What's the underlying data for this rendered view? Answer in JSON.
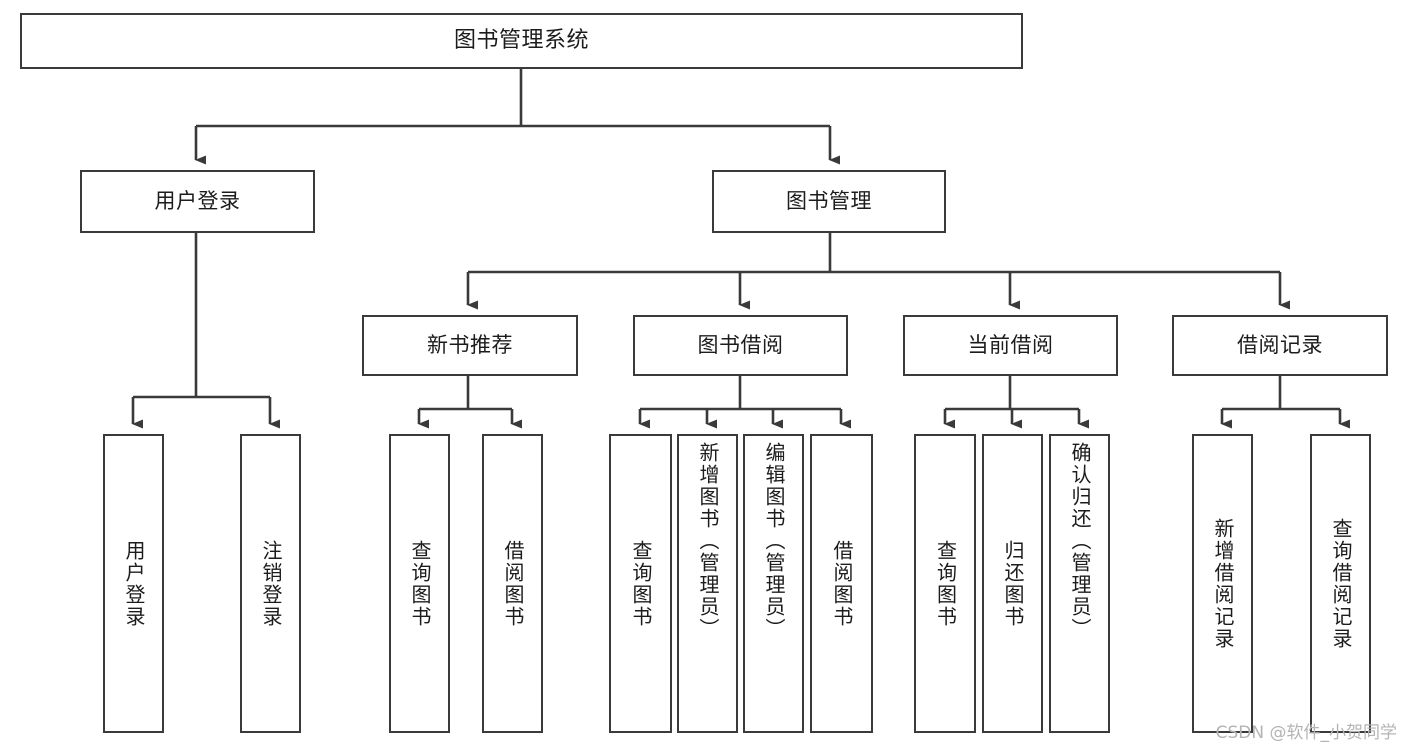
{
  "diagram": {
    "title": "图书管理系统",
    "watermark": "CSDN @软件_小贺同学",
    "colors": {
      "stroke": "#3a3a3a",
      "text": "#1c1c1c",
      "background": "#ffffff",
      "watermark": "#b4b4b4"
    },
    "root": {
      "label": "图书管理系统"
    },
    "level2": [
      {
        "label": "用户登录"
      },
      {
        "label": "图书管理"
      }
    ],
    "level3": [
      {
        "label": "新书推荐"
      },
      {
        "label": "图书借阅"
      },
      {
        "label": "当前借阅"
      },
      {
        "label": "借阅记录"
      }
    ],
    "leaves": {
      "user_login": [
        {
          "label": "用户登录"
        },
        {
          "label": "注销登录"
        }
      ],
      "new_book_recommend": [
        {
          "label": "查询图书"
        },
        {
          "label": "借阅图书"
        }
      ],
      "book_borrow": [
        {
          "label": "查询图书"
        },
        {
          "label": "新增图书（管理员）"
        },
        {
          "label": "编辑图书（管理员）"
        },
        {
          "label": "借阅图书"
        }
      ],
      "current_borrow": [
        {
          "label": "查询图书"
        },
        {
          "label": "归还图书"
        },
        {
          "label": "确认归还（管理员）"
        }
      ],
      "borrow_record": [
        {
          "label": "新增借阅记录"
        },
        {
          "label": "查询借阅记录"
        }
      ]
    }
  }
}
